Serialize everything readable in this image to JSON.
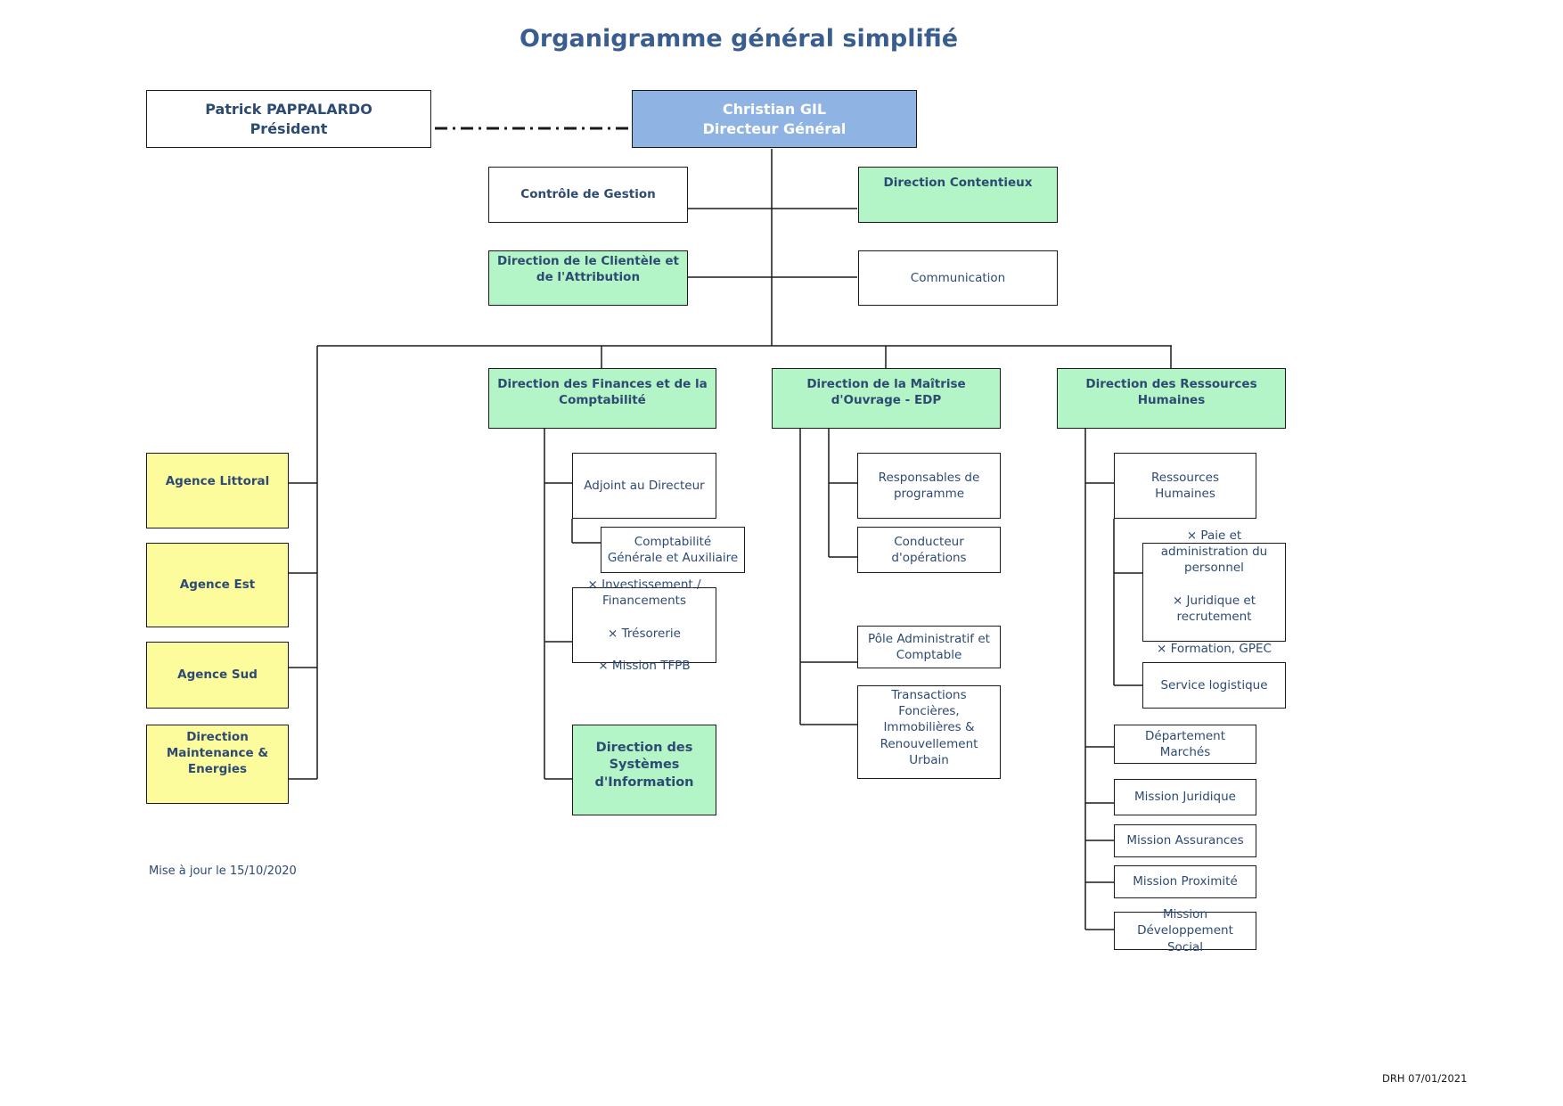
{
  "title": "Organigramme général simplifié",
  "president": {
    "name": "Patrick  PAPPALARDO",
    "role": "Président"
  },
  "dg": {
    "name": "Christian GIL",
    "role": "Directeur Général"
  },
  "staff": {
    "controle": "Contrôle de Gestion",
    "contentieux": "Direction Contentieux",
    "clientele": "Direction de le Clientèle et de l'Attribution",
    "communication": "Communication"
  },
  "agencies": {
    "littoral": "Agence Littoral",
    "est": "Agence Est",
    "sud": "Agence Sud",
    "maintenance": "Direction Maintenance & Energies"
  },
  "finances": {
    "head": "Direction des Finances et de la Comptabilité",
    "adjoint": "Adjoint au Directeur",
    "comptabilite": "Comptabilité Générale et Auxiliaire",
    "list": [
      "× Investissement / Financements",
      "× Trésorerie",
      "× Mission TFPB"
    ],
    "dsi": "Direction des Systèmes d'Information"
  },
  "moa": {
    "head": "Direction de la Maîtrise d'Ouvrage - EDP",
    "responsables": "Responsables de programme",
    "conducteur": "Conducteur d'opérations",
    "pole": "Pôle Administratif et Comptable",
    "transactions": "Transactions Foncières, Immobilières & Renouvellement Urbain"
  },
  "rh": {
    "head": "Direction des Ressources Humaines",
    "rh": "Ressources Humaines",
    "list": [
      "× Paie et administration du personnel",
      "× Juridique et recrutement",
      "× Formation, GPEC"
    ],
    "logistique": "Service logistique",
    "marches": "Département  Marchés",
    "juridique": "Mission Juridique",
    "assurances": "Mission Assurances",
    "proximite": "Mission Proximité",
    "developpement": "Mission Développement Social"
  },
  "footer": {
    "update": "Mise à jour le 15/10/2020",
    "stamp": "DRH 07/01/2021"
  },
  "colors": {
    "title": "#3a5d8f",
    "text": "#2d4a73",
    "dg_fill": "#8fb4e3",
    "direction_fill": "#b3f5c6",
    "agency_fill": "#fdfc9c"
  }
}
